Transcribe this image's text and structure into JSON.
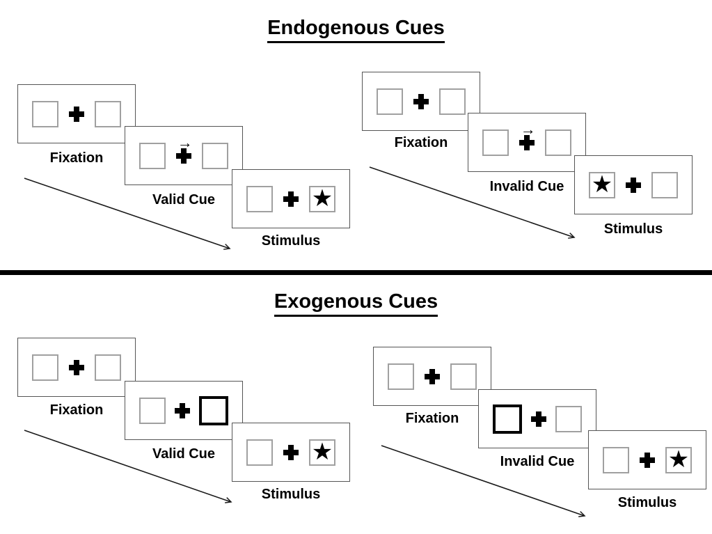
{
  "titles": {
    "endogenous": "Endogenous Cues",
    "exogenous": "Exogenous Cues"
  },
  "icons": {
    "fixation_cross": "plus-shape",
    "cue_arrow": "→",
    "target_star": "★"
  },
  "colors": {
    "ink": "#000000",
    "panel_border": "#545454",
    "box_border": "#a0a0a0",
    "background": "#ffffff"
  },
  "sequences": [
    {
      "name": "Endogenous Valid",
      "panels": [
        {
          "label": "Fixation",
          "left": "empty",
          "center": "plus",
          "right": "empty"
        },
        {
          "label": "Valid Cue",
          "left": "empty",
          "center": "plus-arrow",
          "right": "empty"
        },
        {
          "label": "Stimulus",
          "left": "empty",
          "center": "plus",
          "right": "star"
        }
      ]
    },
    {
      "name": "Endogenous Invalid",
      "panels": [
        {
          "label": "Fixation",
          "left": "empty",
          "center": "plus",
          "right": "empty"
        },
        {
          "label": "Invalid Cue",
          "left": "empty",
          "center": "plus-arrow",
          "right": "empty"
        },
        {
          "label": "Stimulus",
          "left": "star",
          "center": "plus",
          "right": "empty"
        }
      ]
    },
    {
      "name": "Exogenous Valid",
      "panels": [
        {
          "label": "Fixation",
          "left": "empty",
          "center": "plus",
          "right": "empty"
        },
        {
          "label": "Valid Cue",
          "left": "empty",
          "center": "plus",
          "right": "thick"
        },
        {
          "label": "Stimulus",
          "left": "empty",
          "center": "plus",
          "right": "star"
        }
      ]
    },
    {
      "name": "Exogenous Invalid",
      "panels": [
        {
          "label": "Fixation",
          "left": "empty",
          "center": "plus",
          "right": "empty"
        },
        {
          "label": "Invalid Cue",
          "left": "thick",
          "center": "plus",
          "right": "empty"
        },
        {
          "label": "Stimulus",
          "left": "empty",
          "center": "plus",
          "right": "star"
        }
      ]
    }
  ]
}
